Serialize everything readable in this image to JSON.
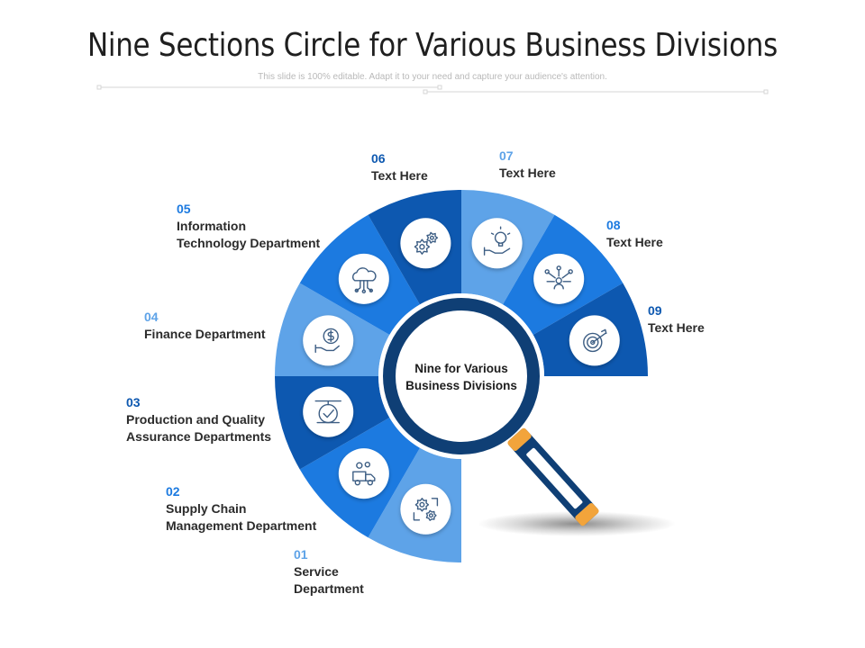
{
  "title": "Nine Sections Circle for Various Business Divisions",
  "subtitle": "This slide is 100% editable. Adapt it to your need and capture your audience's attention.",
  "center_text": "Nine for Various\nBusiness Divisions",
  "colors": {
    "light": "#5ea3e8",
    "medium": "#1c7ae0",
    "dark": "#0d58b0",
    "navy": "#0f3f75",
    "handle_tip": "#f2a43b",
    "icon_stroke": "#3d5e84"
  },
  "sections": [
    {
      "number": "01",
      "text": "Service\nDepartment",
      "color": "light",
      "icon": "gears-icon"
    },
    {
      "number": "02",
      "text": "Supply Chain\nManagement Department",
      "color": "medium",
      "icon": "delivery-truck-icon"
    },
    {
      "number": "03",
      "text": "Production and Quality\nAssurance Departments",
      "color": "dark",
      "icon": "quality-check-icon"
    },
    {
      "number": "04",
      "text": "Finance Department",
      "color": "light",
      "icon": "dollar-hand-icon"
    },
    {
      "number": "05",
      "text": "Information\nTechnology Department",
      "color": "medium",
      "icon": "cloud-network-icon"
    },
    {
      "number": "06",
      "text": "Text Here",
      "color": "dark",
      "icon": "cog-pair-icon"
    },
    {
      "number": "07",
      "text": "Text Here",
      "color": "light",
      "icon": "idea-hand-icon"
    },
    {
      "number": "08",
      "text": "Text Here",
      "color": "medium",
      "icon": "network-person-icon"
    },
    {
      "number": "09",
      "text": "Text Here",
      "color": "dark",
      "icon": "target-icon"
    }
  ]
}
